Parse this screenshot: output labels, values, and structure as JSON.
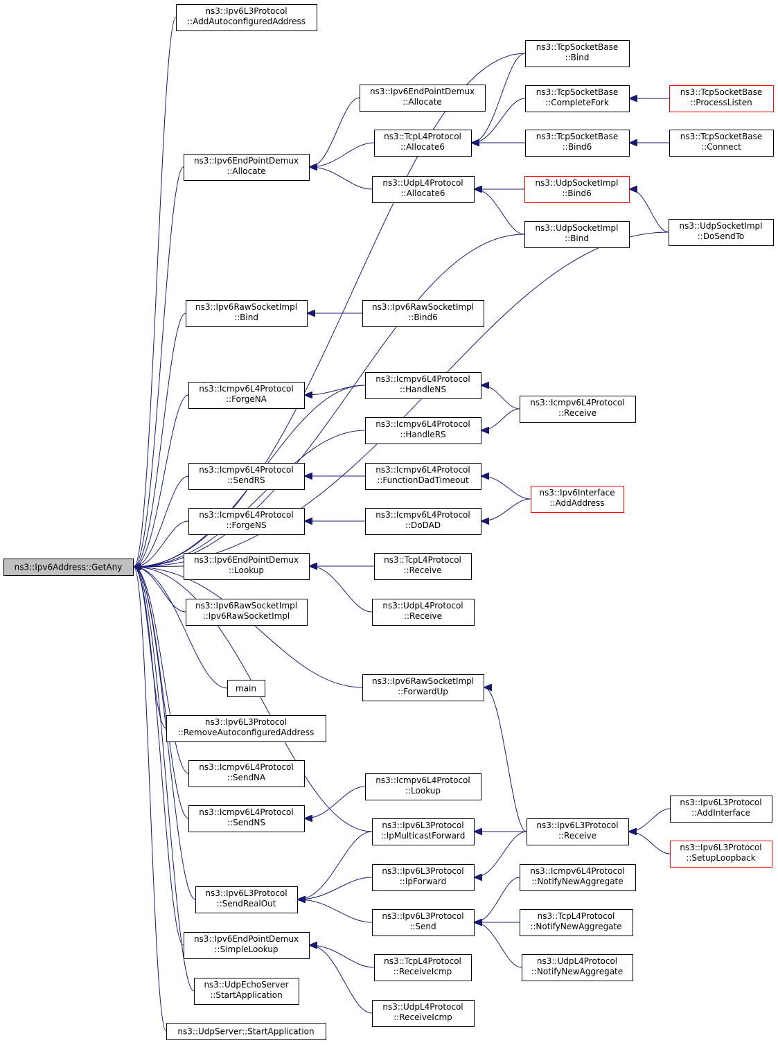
{
  "colors": {
    "edge": "#191970",
    "node_border": "#000000",
    "node_border_truncated": "#ff0000",
    "root_fill": "#bfbfbf",
    "node_fill": "#ffffff",
    "background": "#ffffff"
  },
  "nodes": [
    {
      "id": "root",
      "lines": [
        "ns3::Ipv6Address::GetAny"
      ],
      "root": true
    },
    {
      "id": "l3_addauto",
      "lines": [
        "ns3::Ipv6L3Protocol",
        "::AddAutoconfiguredAddress"
      ]
    },
    {
      "id": "tcpsb_bind",
      "lines": [
        "ns3::TcpSocketBase",
        "::Bind"
      ]
    },
    {
      "id": "epd_alloc_d",
      "lines": [
        "ns3::Ipv6EndPointDemux",
        "::Allocate"
      ]
    },
    {
      "id": "tcpsb_completefork",
      "lines": [
        "ns3::TcpSocketBase",
        "::CompleteFork"
      ]
    },
    {
      "id": "tcpsb_processlisten",
      "lines": [
        "ns3::TcpSocketBase",
        "::ProcessListen"
      ],
      "truncated": true
    },
    {
      "id": "epd_allocate",
      "lines": [
        "ns3::Ipv6EndPointDemux",
        "::Allocate"
      ]
    },
    {
      "id": "tcpl4_alloc6",
      "lines": [
        "ns3::TcpL4Protocol",
        "::Allocate6"
      ]
    },
    {
      "id": "tcpsb_bind6",
      "lines": [
        "ns3::TcpSocketBase",
        "::Bind6"
      ]
    },
    {
      "id": "tcpsb_connect",
      "lines": [
        "ns3::TcpSocketBase",
        "::Connect"
      ]
    },
    {
      "id": "udpl4_alloc6",
      "lines": [
        "ns3::UdpL4Protocol",
        "::Allocate6"
      ]
    },
    {
      "id": "udpsi_bind6",
      "lines": [
        "ns3::UdpSocketImpl",
        "::Bind6"
      ],
      "truncated": true
    },
    {
      "id": "udpsi_bind",
      "lines": [
        "ns3::UdpSocketImpl",
        "::Bind"
      ]
    },
    {
      "id": "udpsi_dosendto",
      "lines": [
        "ns3::UdpSocketImpl",
        "::DoSendTo"
      ]
    },
    {
      "id": "raw_bind",
      "lines": [
        "ns3::Ipv6RawSocketImpl",
        "::Bind"
      ]
    },
    {
      "id": "raw_bind6",
      "lines": [
        "ns3::Ipv6RawSocketImpl",
        "::Bind6"
      ]
    },
    {
      "id": "icmp_handlens",
      "lines": [
        "ns3::Icmpv6L4Protocol",
        "::HandleNS"
      ]
    },
    {
      "id": "icmp_forgena",
      "lines": [
        "ns3::Icmpv6L4Protocol",
        "::ForgeNA"
      ]
    },
    {
      "id": "icmp_receive",
      "lines": [
        "ns3::Icmpv6L4Protocol",
        "::Receive"
      ]
    },
    {
      "id": "icmp_handlers",
      "lines": [
        "ns3::Icmpv6L4Protocol",
        "::HandleRS"
      ]
    },
    {
      "id": "icmp_sendrs",
      "lines": [
        "ns3::Icmpv6L4Protocol",
        "::SendRS"
      ]
    },
    {
      "id": "icmp_funcdad",
      "lines": [
        "ns3::Icmpv6L4Protocol",
        "::FunctionDadTimeout"
      ]
    },
    {
      "id": "iface_addaddr",
      "lines": [
        "ns3::Ipv6Interface",
        "::AddAddress"
      ],
      "truncated": true
    },
    {
      "id": "icmp_forgens",
      "lines": [
        "ns3::Icmpv6L4Protocol",
        "::ForgeNS"
      ]
    },
    {
      "id": "icmp_dodad",
      "lines": [
        "ns3::Icmpv6L4Protocol",
        "::DoDAD"
      ]
    },
    {
      "id": "epd_lookup",
      "lines": [
        "ns3::Ipv6EndPointDemux",
        "::Lookup"
      ]
    },
    {
      "id": "tcpl4_receive",
      "lines": [
        "ns3::TcpL4Protocol",
        "::Receive"
      ]
    },
    {
      "id": "raw_ctor",
      "lines": [
        "ns3::Ipv6RawSocketImpl",
        "::Ipv6RawSocketImpl"
      ]
    },
    {
      "id": "udpl4_receive",
      "lines": [
        "ns3::UdpL4Protocol",
        "::Receive"
      ]
    },
    {
      "id": "raw_forwardup",
      "lines": [
        "ns3::Ipv6RawSocketImpl",
        "::ForwardUp"
      ]
    },
    {
      "id": "main",
      "lines": [
        "main"
      ]
    },
    {
      "id": "l3_removeauto",
      "lines": [
        "ns3::Ipv6L3Protocol",
        "::RemoveAutoconfiguredAddress"
      ]
    },
    {
      "id": "icmp_sendna",
      "lines": [
        "ns3::Icmpv6L4Protocol",
        "::SendNA"
      ]
    },
    {
      "id": "icmp_lookup",
      "lines": [
        "ns3::Icmpv6L4Protocol",
        "::Lookup"
      ]
    },
    {
      "id": "l3_addiface",
      "lines": [
        "ns3::Ipv6L3Protocol",
        "::AddInterface"
      ]
    },
    {
      "id": "icmp_sendns",
      "lines": [
        "ns3::Icmpv6L4Protocol",
        "::SendNS"
      ]
    },
    {
      "id": "l3_ipmcast",
      "lines": [
        "ns3::Ipv6L3Protocol",
        "::IpMulticastForward"
      ]
    },
    {
      "id": "l3_receive",
      "lines": [
        "ns3::Ipv6L3Protocol",
        "::Receive"
      ]
    },
    {
      "id": "l3_setuplo",
      "lines": [
        "ns3::Ipv6L3Protocol",
        "::SetupLoopback"
      ],
      "truncated": true
    },
    {
      "id": "l3_ipforward",
      "lines": [
        "ns3::Ipv6L3Protocol",
        "::IpForward"
      ]
    },
    {
      "id": "icmp_notify",
      "lines": [
        "ns3::Icmpv6L4Protocol",
        "::NotifyNewAggregate"
      ]
    },
    {
      "id": "l3_sendrealout",
      "lines": [
        "ns3::Ipv6L3Protocol",
        "::SendRealOut"
      ]
    },
    {
      "id": "l3_send",
      "lines": [
        "ns3::Ipv6L3Protocol",
        "::Send"
      ]
    },
    {
      "id": "tcpl4_notify",
      "lines": [
        "ns3::TcpL4Protocol",
        "::NotifyNewAggregate"
      ]
    },
    {
      "id": "epd_simplelookup",
      "lines": [
        "ns3::Ipv6EndPointDemux",
        "::SimpleLookup"
      ]
    },
    {
      "id": "tcpl4_recvicmp",
      "lines": [
        "ns3::TcpL4Protocol",
        "::ReceiveIcmp"
      ]
    },
    {
      "id": "udpl4_notify",
      "lines": [
        "ns3::UdpL4Protocol",
        "::NotifyNewAggregate"
      ]
    },
    {
      "id": "udpecho_start",
      "lines": [
        "ns3::UdpEchoServer",
        "::StartApplication"
      ]
    },
    {
      "id": "udpl4_recvicmp",
      "lines": [
        "ns3::UdpL4Protocol",
        "::ReceiveIcmp"
      ]
    },
    {
      "id": "udpserver_start",
      "lines": [
        "ns3::UdpServer::StartApplication"
      ]
    }
  ],
  "edges": [
    {
      "from": "l3_addauto",
      "to": "root"
    },
    {
      "from": "tcpsb_bind",
      "to": "root"
    },
    {
      "from": "epd_allocate",
      "to": "root"
    },
    {
      "from": "udpsi_bind",
      "to": "root"
    },
    {
      "from": "udpsi_dosendto",
      "to": "root"
    },
    {
      "from": "raw_bind",
      "to": "root"
    },
    {
      "from": "icmp_handlens",
      "to": "root"
    },
    {
      "from": "icmp_forgena",
      "to": "root"
    },
    {
      "from": "icmp_handlers",
      "to": "root"
    },
    {
      "from": "icmp_sendrs",
      "to": "root"
    },
    {
      "from": "icmp_forgens",
      "to": "root"
    },
    {
      "from": "epd_lookup",
      "to": "root"
    },
    {
      "from": "raw_ctor",
      "to": "root"
    },
    {
      "from": "raw_forwardup",
      "to": "root"
    },
    {
      "from": "main",
      "to": "root"
    },
    {
      "from": "l3_removeauto",
      "to": "root"
    },
    {
      "from": "icmp_sendna",
      "to": "root"
    },
    {
      "from": "icmp_sendns",
      "to": "root"
    },
    {
      "from": "l3_ipmcast",
      "to": "root"
    },
    {
      "from": "l3_sendrealout",
      "to": "root"
    },
    {
      "from": "epd_simplelookup",
      "to": "root"
    },
    {
      "from": "udpecho_start",
      "to": "root"
    },
    {
      "from": "udpserver_start",
      "to": "root"
    },
    {
      "from": "epd_alloc_d",
      "to": "epd_allocate"
    },
    {
      "from": "tcpl4_alloc6",
      "to": "epd_allocate"
    },
    {
      "from": "udpl4_alloc6",
      "to": "epd_allocate"
    },
    {
      "from": "tcpsb_bind",
      "to": "tcpl4_alloc6"
    },
    {
      "from": "tcpsb_completefork",
      "to": "tcpl4_alloc6"
    },
    {
      "from": "tcpsb_bind6",
      "to": "tcpl4_alloc6"
    },
    {
      "from": "tcpsb_processlisten",
      "to": "tcpsb_completefork"
    },
    {
      "from": "tcpsb_connect",
      "to": "tcpsb_bind6"
    },
    {
      "from": "udpsi_bind6",
      "to": "udpl4_alloc6"
    },
    {
      "from": "udpsi_bind",
      "to": "udpl4_alloc6"
    },
    {
      "from": "udpsi_dosendto",
      "to": "udpsi_bind6"
    },
    {
      "from": "raw_bind6",
      "to": "raw_bind"
    },
    {
      "from": "icmp_handlens",
      "to": "icmp_forgena"
    },
    {
      "from": "icmp_receive",
      "to": "icmp_handlens"
    },
    {
      "from": "icmp_receive",
      "to": "icmp_handlers"
    },
    {
      "from": "icmp_funcdad",
      "to": "icmp_sendrs"
    },
    {
      "from": "icmp_dodad",
      "to": "icmp_forgens"
    },
    {
      "from": "iface_addaddr",
      "to": "icmp_funcdad"
    },
    {
      "from": "iface_addaddr",
      "to": "icmp_dodad"
    },
    {
      "from": "tcpl4_receive",
      "to": "epd_lookup"
    },
    {
      "from": "udpl4_receive",
      "to": "epd_lookup"
    },
    {
      "from": "l3_receive",
      "to": "raw_forwardup"
    },
    {
      "from": "icmp_lookup",
      "to": "icmp_sendns"
    },
    {
      "from": "l3_receive",
      "to": "l3_ipmcast"
    },
    {
      "from": "l3_addiface",
      "to": "l3_receive"
    },
    {
      "from": "l3_setuplo",
      "to": "l3_receive"
    },
    {
      "from": "l3_ipmcast",
      "to": "l3_sendrealout"
    },
    {
      "from": "l3_ipforward",
      "to": "l3_sendrealout"
    },
    {
      "from": "l3_send",
      "to": "l3_sendrealout"
    },
    {
      "from": "l3_receive",
      "to": "l3_ipforward"
    },
    {
      "from": "icmp_notify",
      "to": "l3_send"
    },
    {
      "from": "tcpl4_notify",
      "to": "l3_send"
    },
    {
      "from": "udpl4_notify",
      "to": "l3_send"
    },
    {
      "from": "tcpl4_recvicmp",
      "to": "epd_simplelookup"
    },
    {
      "from": "udpl4_recvicmp",
      "to": "epd_simplelookup"
    }
  ]
}
